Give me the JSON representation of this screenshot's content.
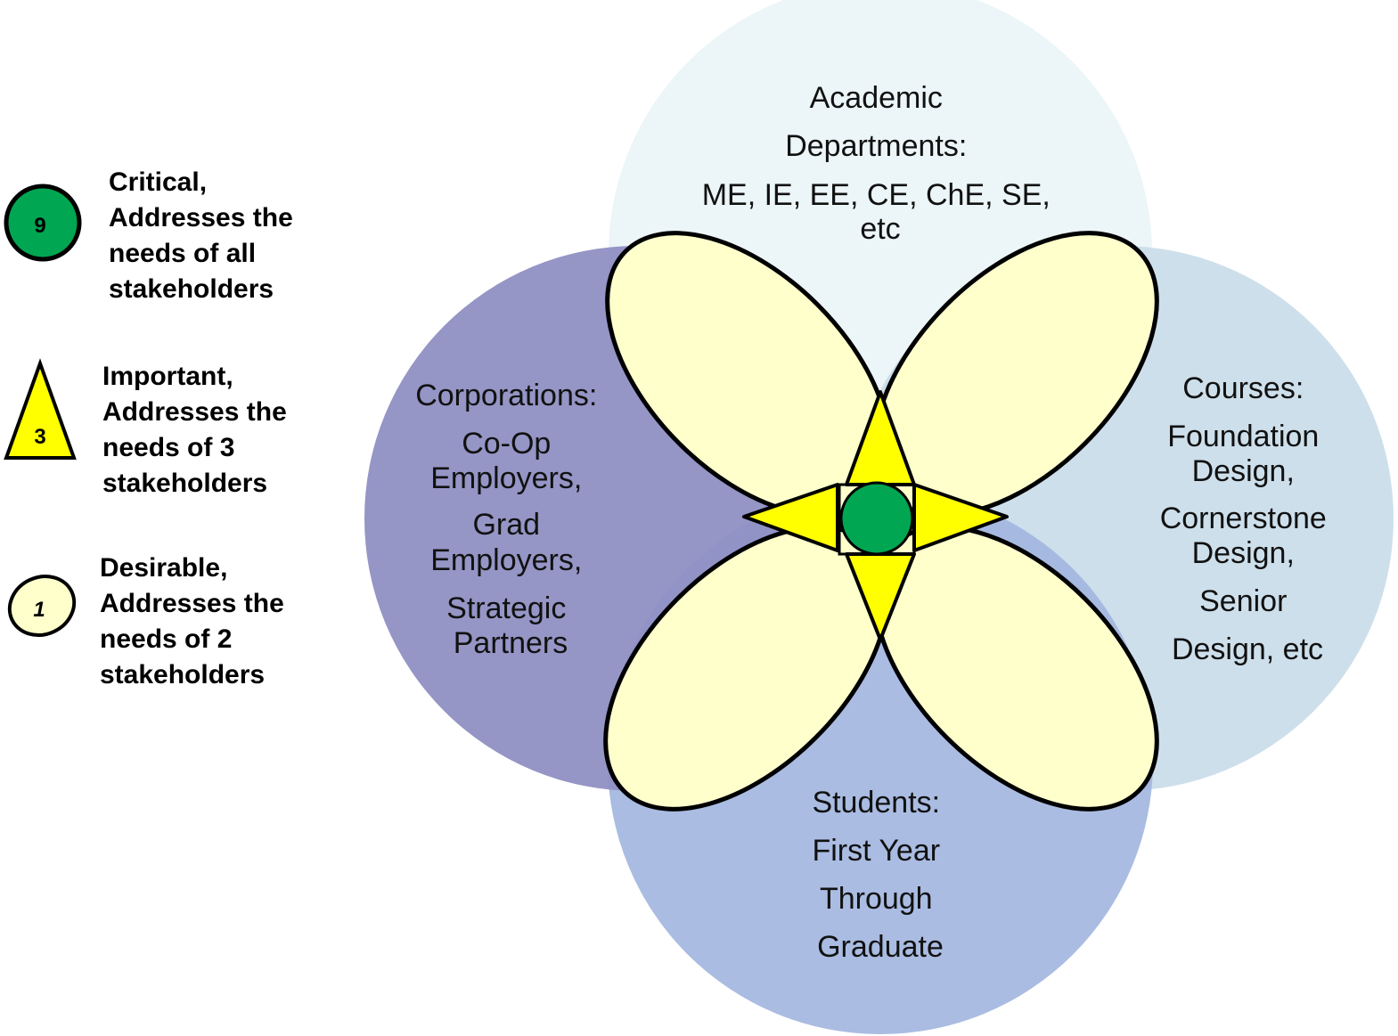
{
  "legend": [
    {
      "shape": "circle-icon",
      "number": "9",
      "color": "#00a651",
      "lines": [
        "Critical,",
        "Addresses the",
        "needs of all",
        "stakeholders"
      ]
    },
    {
      "shape": "triangle-icon",
      "number": "3",
      "color": "#ffff00",
      "lines": [
        "Important,",
        "Addresses the",
        "needs of 3",
        "stakeholders"
      ]
    },
    {
      "shape": "ellipse-icon",
      "number": "1",
      "color": "#ffffcc",
      "lines": [
        "Desirable,",
        "Addresses the",
        "needs of 2",
        "stakeholders"
      ]
    }
  ],
  "circles": {
    "academic": {
      "color": "#eaf4f6",
      "lines": [
        "Academic",
        "Departments:",
        "ME, IE, EE, CE, ChE, SE,",
        "etc"
      ]
    },
    "corporations": {
      "color": "#8f8fc3",
      "lines": [
        "Corporations:",
        "Co-Op",
        "Employers,",
        "Grad",
        "Employers,",
        "Strategic",
        "Partners"
      ]
    },
    "courses": {
      "color": "#c9dce9",
      "lines": [
        "Courses:",
        "Foundation",
        "Design,",
        "Cornerstone",
        "Design,",
        "Senior",
        "Design, etc"
      ]
    },
    "students": {
      "color": "#a3b6df",
      "lines": [
        "Students:",
        "First Year",
        "Through",
        "Graduate"
      ]
    }
  },
  "colors": {
    "petal": "#ffffcc",
    "triangle": "#ffff00",
    "center": "#00a651",
    "outline": "#000000"
  }
}
